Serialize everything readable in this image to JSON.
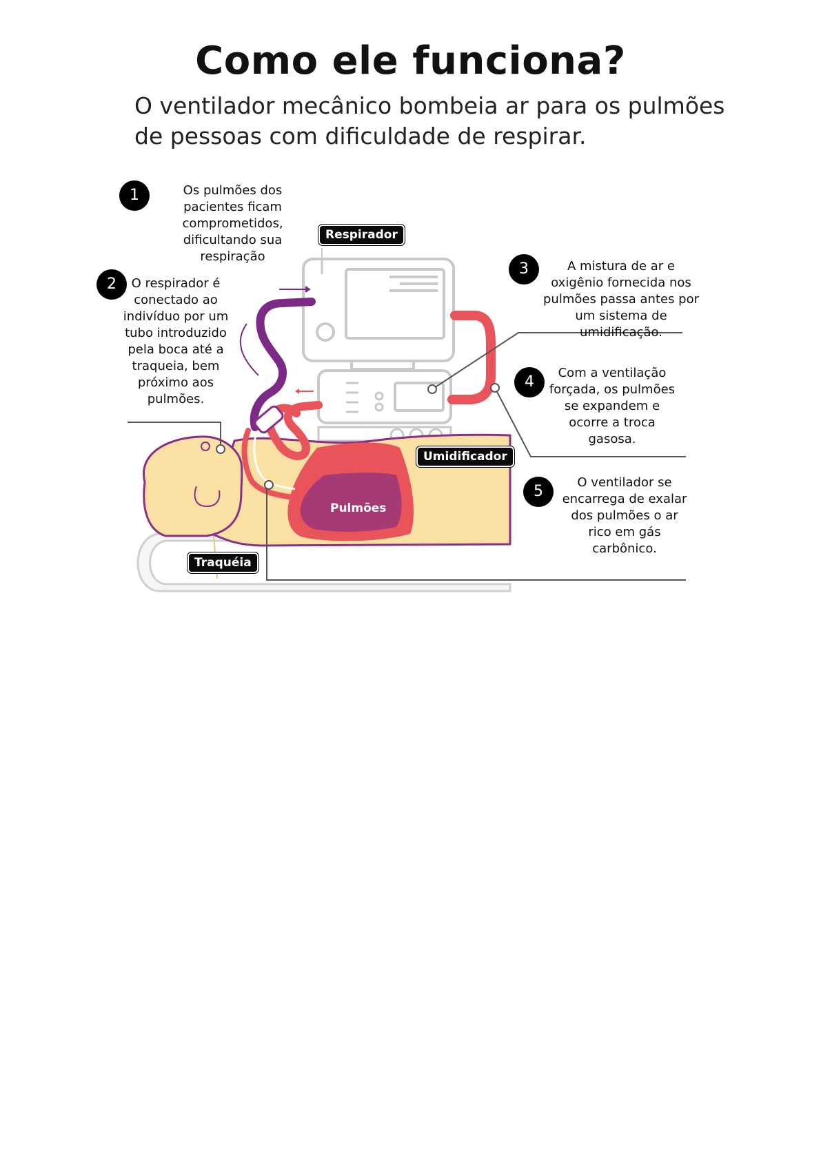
{
  "header": {
    "title": "Como ele funciona?",
    "subtitle": "O ventilador mecânico bombeia ar para os pulmões de pessoas com dificuldade de respirar."
  },
  "steps": [
    {
      "number": "1",
      "text": "Os pulmões dos pacientes ficam comprometidos, dificultando sua respiração"
    },
    {
      "number": "2",
      "text": "O respirador é conectado ao indivíduo por um tubo introduzido pela boca até a traqueia, bem próximo aos pulmões."
    },
    {
      "number": "3",
      "text": "A mistura de ar e oxigênio fornecida nos pulmões passa antes por um sistema de umidificação."
    },
    {
      "number": "4",
      "text": "Com a ventilação forçada, os pulmões se expandem e ocorre a troca gasosa."
    },
    {
      "number": "5",
      "text": "O ventilador se encarrega de exalar dos pulmões o ar rico em gás carbônico."
    }
  ],
  "labels": {
    "respirador": "Respirador",
    "umidificador": "Umidificador",
    "pulmoes": "Pulmões",
    "traqueia": "Traquéia"
  },
  "colors": {
    "skin": "#fbe0a3",
    "body_outline": "#8b2f86",
    "lung_outer": "#e9535a",
    "lung_inner": "#a63a74",
    "tube_purple": "#7b2b86",
    "tube_red": "#e9535a",
    "machine_line": "#c9c9c9"
  }
}
